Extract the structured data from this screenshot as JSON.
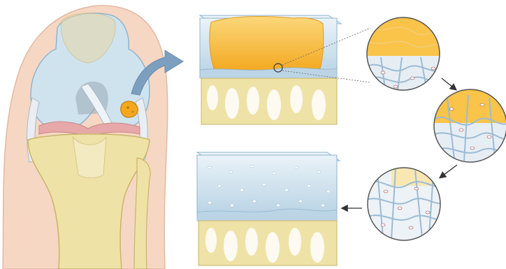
{
  "figure": {
    "panels": [
      {
        "id": "knee",
        "depicts": "knee-joint-anatomy"
      },
      {
        "id": "defect-block",
        "depicts": "cartilage-defect-filled-with-gel"
      },
      {
        "id": "zoom-1",
        "depicts": "gel-cartilage-interface"
      },
      {
        "id": "zoom-2",
        "depicts": "cells-migrating-into-gel"
      },
      {
        "id": "zoom-3",
        "depicts": "integrated-fibrous-network"
      },
      {
        "id": "repaired-block",
        "depicts": "repaired-cartilage"
      }
    ],
    "colors": {
      "skin": "#f6d7c4",
      "cartilage": "#cfe3ef",
      "cartilage_edge": "#8fb4cd",
      "gel": "#f7b531",
      "gel_light": "#fbd77a",
      "bone": "#efe2a6",
      "bone_edge": "#c9b46a",
      "ligament": "#e8eef3",
      "fiber": "#9dbbd3",
      "arrow_blue": "#7d9fbf",
      "arrow_dark": "#333333"
    }
  }
}
